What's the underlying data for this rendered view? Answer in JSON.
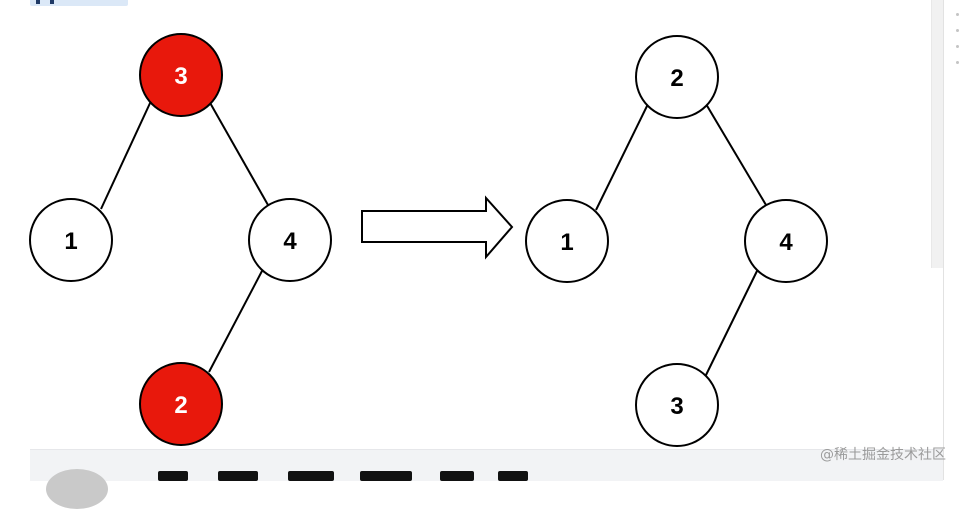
{
  "diagram": {
    "before_tree": {
      "nodes": [
        {
          "id": "b3",
          "label": "3",
          "highlight": true
        },
        {
          "id": "b1",
          "label": "1",
          "highlight": false
        },
        {
          "id": "b4",
          "label": "4",
          "highlight": false
        },
        {
          "id": "b2",
          "label": "2",
          "highlight": true
        }
      ],
      "edges": [
        [
          "b3",
          "b1"
        ],
        [
          "b3",
          "b4"
        ],
        [
          "b4",
          "b2"
        ]
      ]
    },
    "after_tree": {
      "nodes": [
        {
          "id": "a2",
          "label": "2",
          "highlight": false
        },
        {
          "id": "a1",
          "label": "1",
          "highlight": false
        },
        {
          "id": "a4",
          "label": "4",
          "highlight": false
        },
        {
          "id": "a3",
          "label": "3",
          "highlight": false
        }
      ],
      "edges": [
        [
          "a2",
          "a1"
        ],
        [
          "a2",
          "a4"
        ],
        [
          "a4",
          "a3"
        ]
      ]
    },
    "arrow": "right-arrow-icon"
  },
  "colors": {
    "highlight_fill": "#e8180c",
    "node_stroke": "#000000",
    "node_fill": "#ffffff",
    "highlight_text": "#ffffff",
    "node_text": "#000000"
  },
  "watermark": "@稀土掘金技术社区"
}
